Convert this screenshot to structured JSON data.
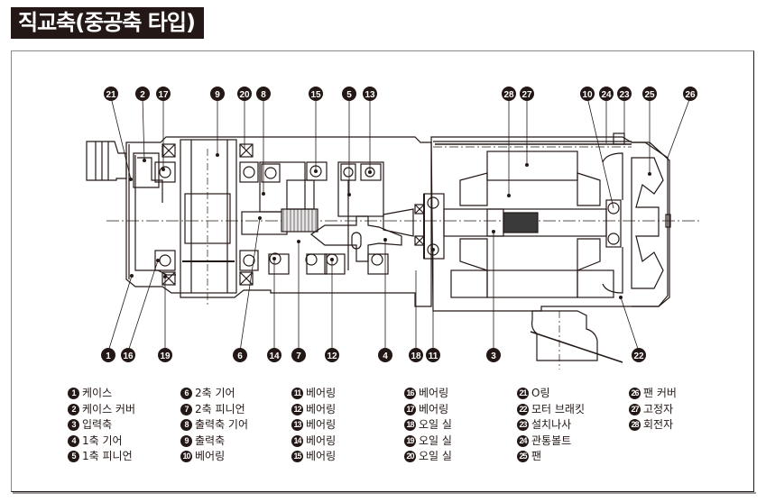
{
  "title": "직교축(중공축 타입)",
  "diagram": {
    "description": "Cross-section of a right-angle hollow-shaft gear motor",
    "callouts_top": [
      "21",
      "2",
      "17",
      "9",
      "20",
      "8",
      "15",
      "5",
      "13",
      "28",
      "27",
      "10",
      "24",
      "23",
      "25",
      "26"
    ],
    "callouts_bottom": [
      "1",
      "16",
      "19",
      "6",
      "14",
      "7",
      "12",
      "4",
      "18",
      "11",
      "3",
      "22"
    ]
  },
  "legend": {
    "columns": [
      [
        {
          "num": "1",
          "label": "케이스"
        },
        {
          "num": "2",
          "label": "케이스 커버"
        },
        {
          "num": "3",
          "label": "입력축"
        },
        {
          "num": "4",
          "label": "1축 기어"
        },
        {
          "num": "5",
          "label": "1축 피니언"
        }
      ],
      [
        {
          "num": "6",
          "label": "2축 기어"
        },
        {
          "num": "7",
          "label": "2축 피니언"
        },
        {
          "num": "8",
          "label": "출력축 기어"
        },
        {
          "num": "9",
          "label": "출력축"
        },
        {
          "num": "10",
          "label": "베어링"
        }
      ],
      [
        {
          "num": "11",
          "label": "베어링"
        },
        {
          "num": "12",
          "label": "베어링"
        },
        {
          "num": "13",
          "label": "베어링"
        },
        {
          "num": "14",
          "label": "베어링"
        },
        {
          "num": "15",
          "label": "베어링"
        }
      ],
      [
        {
          "num": "16",
          "label": "베어링"
        },
        {
          "num": "17",
          "label": "베어링"
        },
        {
          "num": "18",
          "label": "오일 실"
        },
        {
          "num": "19",
          "label": "오일 실"
        },
        {
          "num": "20",
          "label": "오일 실"
        }
      ],
      [
        {
          "num": "21",
          "label": "O링"
        },
        {
          "num": "22",
          "label": "모터 브래킷"
        },
        {
          "num": "23",
          "label": "설치나사"
        },
        {
          "num": "24",
          "label": "관통볼트"
        },
        {
          "num": "25",
          "label": "팬"
        }
      ],
      [
        {
          "num": "26",
          "label": "팬 커버"
        },
        {
          "num": "27",
          "label": "고정자"
        },
        {
          "num": "28",
          "label": "회전자"
        }
      ]
    ]
  }
}
